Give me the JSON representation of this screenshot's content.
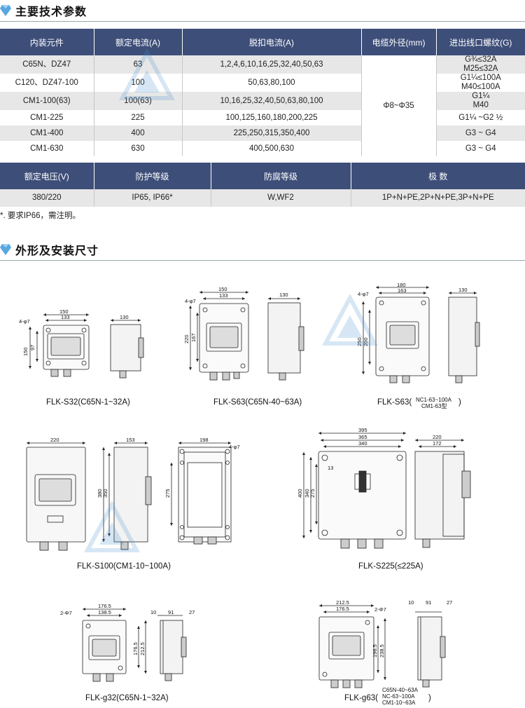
{
  "section1": {
    "title": "主要技术参数"
  },
  "table1": {
    "headers": [
      "内装元件",
      "额定电流(A)",
      "脱扣电流(A)",
      "电缆外径(mm)",
      "进出线口螺纹(G)"
    ],
    "rows": [
      {
        "component": "C65N、DZ47",
        "current": "63",
        "trip": "1,2,4,6,10,16,25,32,40,50,63",
        "thread": [
          "G¾≤32A",
          "M25≤32A"
        ]
      },
      {
        "component": "C120、DZ47-100",
        "current": "100",
        "trip": "50,63,80,100",
        "thread": [
          "G1¼≤100A",
          "M40≤100A"
        ]
      },
      {
        "component": "CM1-100(63)",
        "current": "100(63)",
        "trip": "10,16,25,32,40,50,63,80,100",
        "thread": [
          "G1¼",
          "M40"
        ]
      },
      {
        "component": "CM1-225",
        "current": "225",
        "trip": "100,125,160,180,200,225",
        "thread": [
          "G1¼ ~G2 ½"
        ]
      },
      {
        "component": "CM1-400",
        "current": "400",
        "trip": "225,250,315,350,400",
        "thread": [
          "G3 ~ G4"
        ]
      },
      {
        "component": "CM1-630",
        "current": "630",
        "trip": "400,500,630",
        "thread": [
          "G3 ~ G4"
        ]
      }
    ],
    "cable": "Φ8~Φ35"
  },
  "table2": {
    "headers": [
      "额定电压(V)",
      "防护等级",
      "防腐等级",
      "极 数"
    ],
    "row": [
      "380/220",
      "IP65, IP66*",
      "W,WF2",
      "1P+N+PE,2P+N+PE,3P+N+PE"
    ]
  },
  "note": "*. 要求IP66，需注明。",
  "section2": {
    "title": "外形及安装尺寸"
  },
  "dims": {
    "s32": {
      "w150": "150",
      "w133": "133",
      "h150": "150",
      "h97": "97",
      "side130": "130",
      "holes": "4-φ7"
    },
    "s63a": {
      "w150": "150",
      "w133": "133",
      "h220": "220",
      "h167": "167",
      "side130": "130",
      "holes": "4-φ7"
    },
    "s63b": {
      "w180": "180",
      "w163": "163",
      "h250": "250",
      "h200": "200",
      "side130": "130",
      "holes": "4-φ7"
    },
    "s100": {
      "w220": "220",
      "h380": "380",
      "h350": "350",
      "side153": "153",
      "back198": "198",
      "h275": "275",
      "holes": "4-φ7"
    },
    "s225": {
      "w395": "395",
      "w365": "365",
      "w340": "340",
      "h400": "400",
      "h340": "340",
      "h275": "275",
      "m13": "13",
      "side220": "220",
      "side172": "172"
    },
    "g32": {
      "w1765": "176.5",
      "w1385": "138.5",
      "h1765": "176.5",
      "h2125": "212.5",
      "holes": "2-Φ7",
      "s10": "10",
      "s91": "91",
      "s27": "27"
    },
    "g63": {
      "w2125": "212.5",
      "w1765": "176.5",
      "h1965": "196.5",
      "h2385": "238.5",
      "holes": "2-Φ7",
      "s10": "10",
      "s91": "91",
      "s27": "27"
    }
  },
  "captions": {
    "s32": "FLK-S32(C65N-1~32A)",
    "s63a": "FLK-S63(C65N-40~63A)",
    "s63b": "FLK-S63(",
    "s63b_sub": [
      "NC1-63~100A",
      "CM1-63型"
    ],
    "s100": "FLK-S100(CM1-10~100A)",
    "s225": "FLK-S225(≤225A)",
    "g32": "FLK-g32(C65N-1~32A)",
    "g63": "FLK-g63(",
    "g63_sub": [
      "C65N-40~63A",
      "NC-63~100A",
      "CM1-10~63A"
    ],
    "close": ")"
  },
  "colors": {
    "header": "#3d4e79",
    "odd_row": "#e7e7e7",
    "gem": "#5aa7e0"
  }
}
